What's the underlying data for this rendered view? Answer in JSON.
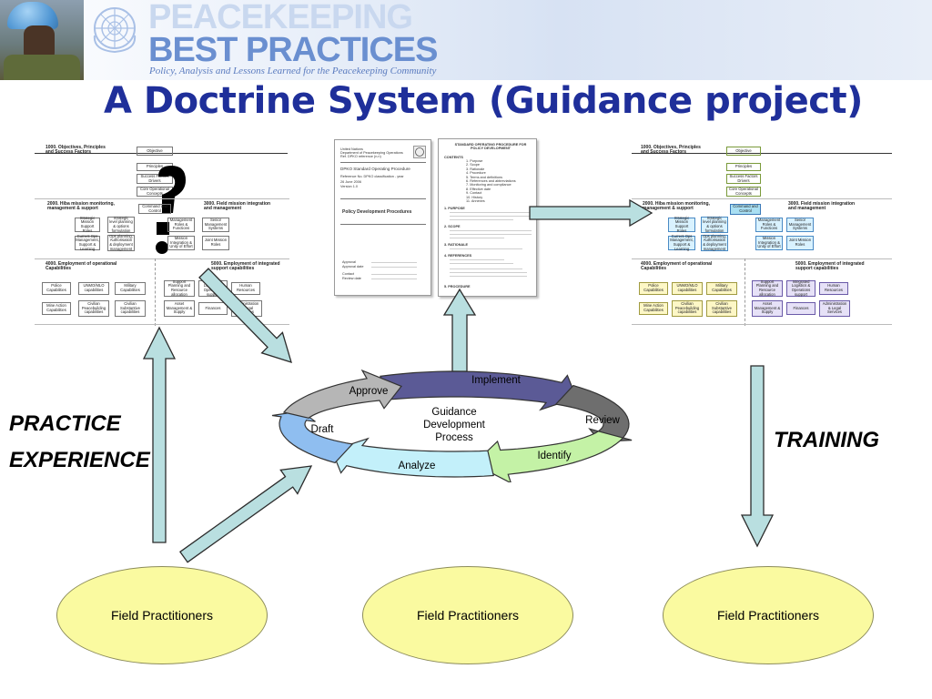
{
  "banner": {
    "line1": "PEACEKEEPING",
    "line2": "BEST PRACTICES",
    "tagline": "Policy, Analysis and Lessons Learned for the Peacekeeping Community"
  },
  "title": "A Doctrine System (Guidance project)",
  "side_labels": {
    "practice": "PRACTICE",
    "experience": "EXPERIENCE",
    "training": "TRAINING"
  },
  "cycle": {
    "center_line1": "Guidance",
    "center_line2": "Development",
    "center_line3": "Process",
    "stages": [
      "Implement",
      "Review",
      "Identify",
      "Analyze",
      "Draft",
      "Approve"
    ],
    "colors": {
      "implement": "#5b5a96",
      "review": "#6e6e6e",
      "identify": "#c4f2a6",
      "analyze": "#c3f0fa",
      "draft": "#8fbef0",
      "approve": "#b6b6b6"
    }
  },
  "arrow_color": "#b9dfe0",
  "ellipses": [
    "Field Practitioners",
    "Field Practitioners",
    "Field Practitioners"
  ],
  "org_chart": {
    "s1000": "1000. Objectives, Principles and Success Factors",
    "top_boxes": [
      "Objective",
      "Principles",
      "Success Factors Drivers",
      "Core Operational Concepts"
    ],
    "s2000": "2000. Hiba mission monitoring, management & support",
    "command": "Command and Control",
    "s3000": "3000. Field mission integration and management",
    "row1": [
      "Strategic Mission Support Roles",
      "Strategic level planning & options formulation",
      "Management Roles & Functions",
      "Senior Management Systems"
    ],
    "row2": [
      "Current Ops Management, Support & Learning",
      "Ops planning, Authorisation & deployment management",
      "Mission Integration & Unity of Effort",
      "Joint Mission Roles"
    ],
    "s4000": "4000. Employment of operational Capabilities",
    "s5000": "5000. Employment of integrated support capabilities",
    "cap1": [
      "Police Capabilities",
      "UNMO/MLO capabilities",
      "Military Capabilities"
    ],
    "cap2": [
      "Mine Action Capabilities",
      "Civilian Peacebuilding capabilities",
      "Civilian Substantive capabilities"
    ],
    "sup1": [
      "Support Planning and Resource allocation",
      "Integrated Logistics & Operations support",
      "Human Resources"
    ],
    "sup2": [
      "Asset Management & Supply",
      "Finances",
      "Administration & Legal Services"
    ]
  },
  "doc1": {
    "org1": "United Nations",
    "org2": "Department of Peacekeeping Operations",
    "ref": "Ref. DPKO reference (n.n)",
    "heading": "DPKO Standard Operating Procedure",
    "reference": "Reference No. DPKO classification - year",
    "date": "26 June 2006",
    "version": "Version 1.0",
    "title": "Policy Development Procedures",
    "approval": "Approval",
    "approval_date": "Approval date",
    "contact": "Contact",
    "review_date": "Review date"
  },
  "doc2": {
    "header1": "STANDARD OPERATING PROCEDURE FOR",
    "header2": "POLICY DEVELOPMENT",
    "contents_label": "CONTENTS",
    "contents": [
      "Purpose",
      "Scope",
      "Rationale",
      "Procedure",
      "Terms and definitions",
      "References and abbreviations",
      "Monitoring and compliance",
      "Effective date",
      "Contact",
      "History",
      "Annexes"
    ],
    "s1": "1. PURPOSE",
    "s2": "2. SCOPE",
    "s3": "3. RATIONALE",
    "s4": "4. REFERENCES",
    "s5": "5. PROCEDURE"
  }
}
